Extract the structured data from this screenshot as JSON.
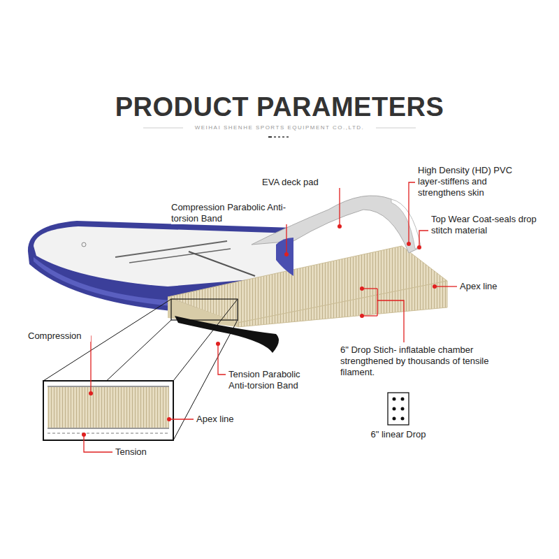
{
  "diagram": {
    "title": "PRODUCT PARAMETERS",
    "nodes": [
      {
        "text": [
          "6\" linear Drop"
        ]
      }
    ],
    "labels": [
      "WEIHAI SHENHE SPORTS EQUIPMENT CO.,LTD.",
      "EVA deck pad",
      "High Density (HD) PVC layer-stiffens and strengthens skin",
      "Compression Parabolic Anti-torsion Band",
      "Top Wear Coat-seals drop stitch material",
      "Apex line",
      "Compression",
      "Tension Parabolic Anti-torsion Band",
      "6\" Drop Stich- inflatable chamber strengthened by thousands of tensile filament.",
      "Apex line",
      "Tension"
    ]
  }
}
